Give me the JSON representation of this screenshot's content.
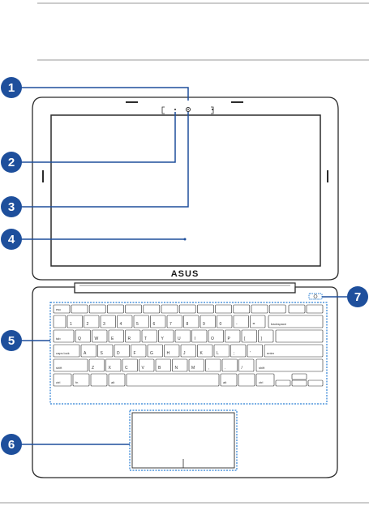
{
  "logo_text": "ASUS",
  "callouts": [
    {
      "number": "1"
    },
    {
      "number": "2"
    },
    {
      "number": "3"
    },
    {
      "number": "4"
    },
    {
      "number": "5"
    },
    {
      "number": "6"
    },
    {
      "number": "7"
    }
  ],
  "keyboard": {
    "esc": "esc",
    "tab": "tab",
    "caps": "caps lock",
    "shift_left": "shift",
    "shift_right": "shift",
    "ctrl_left": "ctrl",
    "fn": "fn",
    "alt_left": "alt",
    "alt_right": "alt",
    "ctrl_right": "ctrl",
    "enter": "enter",
    "backspace": "backspace",
    "row_digits": [
      "1",
      "2",
      "3",
      "4",
      "5",
      "6",
      "7",
      "8",
      "9",
      "0",
      "-",
      "="
    ],
    "row_q": [
      "Q",
      "W",
      "E",
      "R",
      "T",
      "Y",
      "U",
      "I",
      "O",
      "P",
      "[",
      "]"
    ],
    "row_a": [
      "A",
      "S",
      "D",
      "F",
      "G",
      "H",
      "J",
      "K",
      "L",
      ";",
      "'"
    ],
    "row_z": [
      "Z",
      "X",
      "C",
      "V",
      "B",
      "N",
      "M",
      ",",
      ".",
      "/"
    ]
  },
  "colors": {
    "callout": "#1e4f9c",
    "accent_line": "#1e4f9c",
    "outline": "#2b2b2b",
    "highlight": "#2a7fd4"
  }
}
